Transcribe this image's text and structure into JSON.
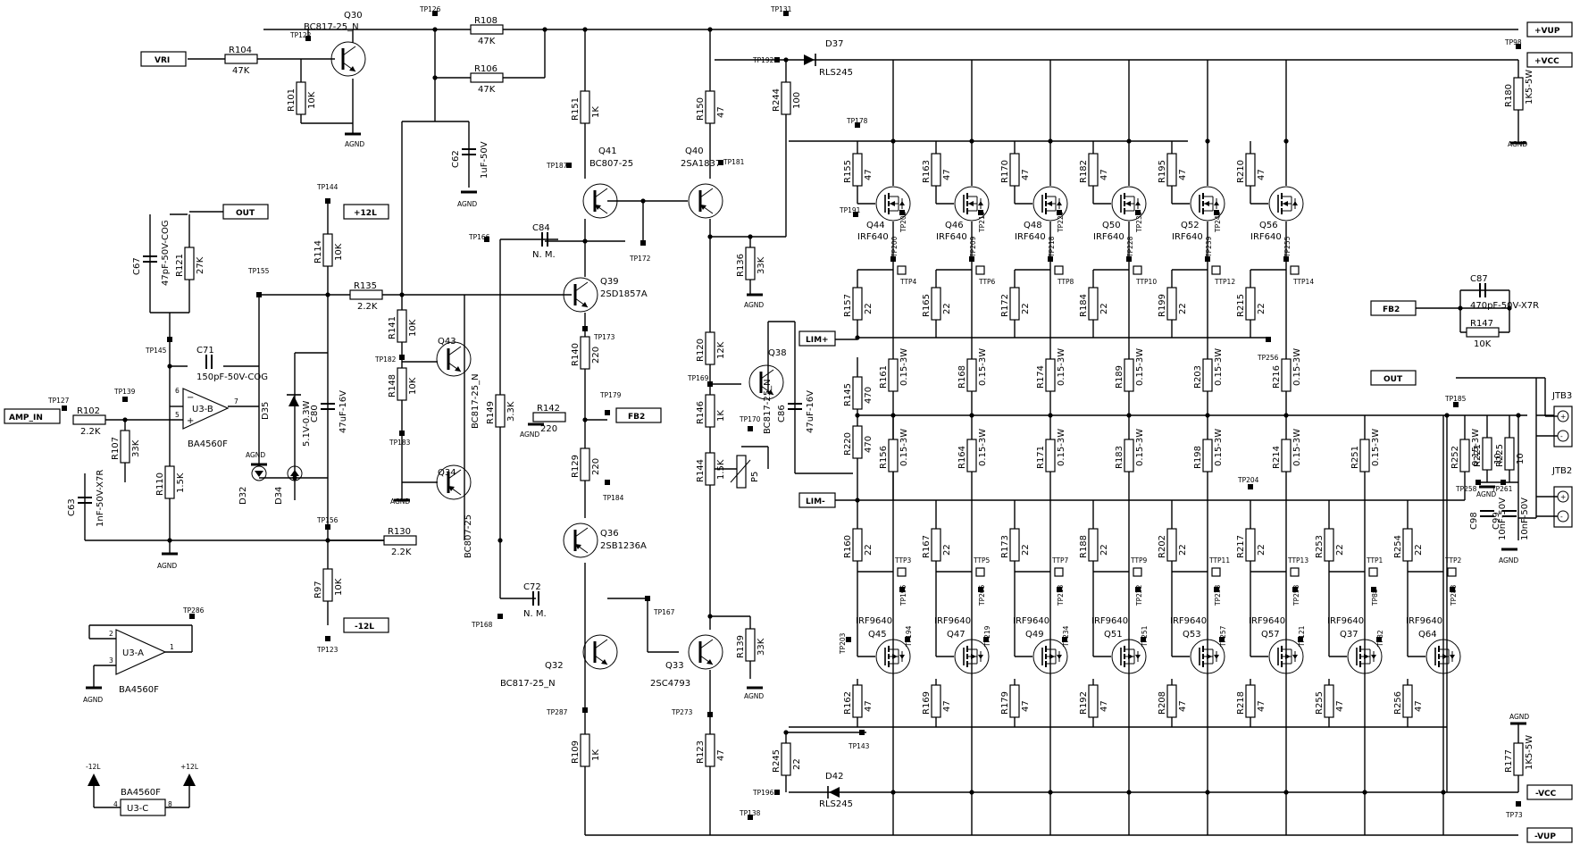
{
  "ports": {
    "vri": "VRI",
    "out_top": "OUT",
    "p12l": "+12L",
    "n12l": "-12L",
    "amp_in": "AMP_IN",
    "fb2_mid": "FB2",
    "lim_p": "LIM+",
    "lim_n": "LIM-",
    "vup_p": "+VUP",
    "vcc_p": "+VCC",
    "fb2_right": "FB2",
    "out_right": "OUT",
    "vcc_n": "-VCC",
    "vup_n": "-VUP"
  },
  "gnd": {
    "g1": "AGND",
    "g2": "AGND",
    "g3": "AGND",
    "g4": "AGND",
    "g5": "AGND",
    "g6": "AGND",
    "g7": "AGND",
    "g8": "AGND",
    "g9": "AGND",
    "g10": "AGND",
    "g11": "AGND",
    "g12": "AGND",
    "g13": "AGND"
  },
  "supply": {
    "n12l": "-12L",
    "p12l": "+12L"
  },
  "opamps": {
    "u3b": {
      "ref": "U3-B",
      "part": "BA4560F",
      "pin_p": "5",
      "pin_m": "6",
      "pin_o": "7"
    },
    "u3a": {
      "ref": "U3-A",
      "part": "BA4560F",
      "pin_p": "3",
      "pin_m": "2",
      "pin_o": "1"
    },
    "u3c": {
      "ref": "U3-C",
      "part": "BA4560F",
      "pin_l": "4",
      "pin_r": "8"
    }
  },
  "parts_h": [
    {
      "ref": "R104",
      "val": "47K"
    },
    {
      "ref": "R108",
      "val": "47K"
    },
    {
      "ref": "R106",
      "val": "47K"
    },
    {
      "ref": "R135",
      "val": "2.2K"
    },
    {
      "ref": "R102",
      "val": "2.2K"
    },
    {
      "ref": "R142",
      "val": "220"
    },
    {
      "ref": "R130",
      "val": "2.2K"
    },
    {
      "ref": "R147",
      "val": "10K"
    }
  ],
  "parts_v": [
    {
      "ref": "R101",
      "val": "10K"
    },
    {
      "ref": "R151",
      "val": "1K"
    },
    {
      "ref": "R150",
      "val": "47"
    },
    {
      "ref": "R244",
      "val": "100"
    },
    {
      "ref": "R180",
      "val": "1K5-5W"
    },
    {
      "ref": "R121",
      "val": "27K"
    },
    {
      "ref": "R114",
      "val": "10K"
    },
    {
      "ref": "R136",
      "val": "33K"
    },
    {
      "ref": "R141",
      "val": "10K"
    },
    {
      "ref": "R148",
      "val": "10K"
    },
    {
      "ref": "R140",
      "val": "220"
    },
    {
      "ref": "R120",
      "val": "12K"
    },
    {
      "ref": "R146",
      "val": "1K"
    },
    {
      "ref": "R144",
      "val": "1.5K"
    },
    {
      "ref": "R145",
      "val": "470"
    },
    {
      "ref": "R220",
      "val": "470"
    },
    {
      "ref": "R149",
      "val": "3.3K"
    },
    {
      "ref": "R129",
      "val": "220"
    },
    {
      "ref": "R107",
      "val": "33K"
    },
    {
      "ref": "R110",
      "val": "1.5K"
    },
    {
      "ref": "R97",
      "val": "10K"
    },
    {
      "ref": "R139",
      "val": "33K"
    },
    {
      "ref": "R109",
      "val": "1K"
    },
    {
      "ref": "R123",
      "val": "47"
    },
    {
      "ref": "R245",
      "val": "22"
    },
    {
      "ref": "R177",
      "val": "1K5-5W"
    },
    {
      "ref": "R252",
      "val": "0.15-3W"
    },
    {
      "ref": "R221",
      "val": "10"
    },
    {
      "ref": "R225",
      "val": "10"
    }
  ],
  "caps": [
    {
      "ref": "C62",
      "val": "1uF-50V"
    },
    {
      "ref": "C67",
      "val": "47pF-50V-COG"
    },
    {
      "ref": "C71",
      "val": "150pF-50V-COG"
    },
    {
      "ref": "C80",
      "val": "47uF-16V"
    },
    {
      "ref": "C84",
      "val": "N. M."
    },
    {
      "ref": "C72",
      "val": "N. M."
    },
    {
      "ref": "C63",
      "val": "1nF-50V-X7R"
    },
    {
      "ref": "C86",
      "val": "47uF-16V"
    },
    {
      "ref": "C87",
      "val": "470pF-50V-X7R"
    },
    {
      "ref": "C98",
      "val": "10nF-50V"
    },
    {
      "ref": "C99",
      "val": "10nF-50V"
    }
  ],
  "transistors": [
    {
      "ref": "Q30",
      "part": "BC817-25_N"
    },
    {
      "ref": "Q41",
      "part": "BC807-25"
    },
    {
      "ref": "Q40",
      "part": "2SA1837"
    },
    {
      "ref": "Q39",
      "part": "2SD1857A"
    },
    {
      "ref": "Q43",
      "part": "BC817-25_N"
    },
    {
      "ref": "Q34",
      "part": "BC807-25"
    },
    {
      "ref": "Q38",
      "part": "BC817-25_N"
    },
    {
      "ref": "Q36",
      "part": "2SB1236A"
    },
    {
      "ref": "Q32",
      "part": "BC817-25_N"
    },
    {
      "ref": "Q33",
      "part": "2SC4793"
    }
  ],
  "diodes": {
    "d37": {
      "ref": "D37",
      "part": "RLS245"
    },
    "d42": {
      "ref": "D42",
      "part": "RLS245"
    },
    "d35": {
      "ref": "D35",
      "part": "5.1V-0.3W"
    },
    "d32": "D32",
    "d34": "D34"
  },
  "pot": "P5",
  "connectors": {
    "jtb3": "JTB3",
    "jtb2": "JTB2",
    "plus": "+",
    "minus": "-"
  },
  "upper_fets": [
    {
      "q": "Q44",
      "part": "IRF640",
      "rg": "R155",
      "rgv": "47",
      "tpd": "TP202",
      "tpg": "TP200",
      "tp": "TTP4",
      "rgs": "R157",
      "rgsv": "22",
      "rs": "R161",
      "rsv": "0.15-3W",
      "rl": "R156",
      "rlv": "0.15-3W"
    },
    {
      "q": "Q46",
      "part": "IRF640",
      "rg": "R163",
      "rgv": "47",
      "tpd": "TP210",
      "tpg": "TP209",
      "tp": "TTP6",
      "rgs": "R165",
      "rgsv": "22",
      "rs": "R168",
      "rsv": "0.15-3W",
      "rl": "R164",
      "rlv": "0.15-3W"
    },
    {
      "q": "Q48",
      "part": "IRF640",
      "rg": "R170",
      "rgv": "47",
      "tpd": "TP220",
      "tpg": "TP218",
      "tp": "TTP8",
      "rgs": "R172",
      "rgsv": "22",
      "rs": "R174",
      "rsv": "0.15-3W",
      "rl": "R171",
      "rlv": "0.15-3W"
    },
    {
      "q": "Q50",
      "part": "IRF640",
      "rg": "R182",
      "rgv": "47",
      "tpd": "TP230",
      "tpg": "TP228",
      "tp": "TTP10",
      "rgs": "R184",
      "rgsv": "22",
      "rs": "R189",
      "rsv": "0.15-3W",
      "rl": "R183",
      "rlv": "0.15-3W"
    },
    {
      "q": "Q52",
      "part": "IRF640",
      "rg": "R195",
      "rgv": "47",
      "tpd": "TP248",
      "tpg": "TP239",
      "tp": "TTP12",
      "rgs": "R199",
      "rgsv": "22",
      "rs": "R203",
      "rsv": "0.15-3W",
      "rl": "R198",
      "rlv": "0.15-3W"
    },
    {
      "q": "Q56",
      "part": "IRF640",
      "rg": "R210",
      "rgv": "47",
      "tpd": "",
      "tpg": "TP255",
      "tp": "TTP14",
      "rgs": "R215",
      "rgsv": "22",
      "rs": "R216",
      "rsv": "0.15-3W",
      "rl": "R214",
      "rlv": "0.15-3W"
    }
  ],
  "lower_fets": [
    {
      "q": "Q45",
      "part": "IRF9640",
      "rgs": "R160",
      "rgsv": "22",
      "tp": "TTP3",
      "tps": "TP195",
      "tpx": "TP203",
      "tpd": "TP194",
      "rg": "R162",
      "rgv": "47"
    },
    {
      "q": "Q47",
      "part": "IRF9640",
      "rgs": "R167",
      "rgsv": "22",
      "tp": "TTP5",
      "tps": "TP205",
      "tpx": "",
      "tpd": "TP219",
      "rg": "R169",
      "rgv": "47"
    },
    {
      "q": "Q49",
      "part": "IRF9640",
      "rgs": "R173",
      "rgsv": "22",
      "tp": "TTP7",
      "tps": "TP213",
      "tpx": "",
      "tpd": "TP234",
      "rg": "R179",
      "rgv": "47"
    },
    {
      "q": "Q51",
      "part": "IRF9640",
      "rgs": "R188",
      "rgsv": "22",
      "tp": "TTP9",
      "tps": "TP222",
      "tpx": "",
      "tpd": "TP251",
      "rg": "R192",
      "rgv": "47"
    },
    {
      "q": "Q53",
      "part": "IRF9640",
      "rgs": "R202",
      "rgsv": "22",
      "tp": "TTP11",
      "tps": "TP233",
      "tpx": "",
      "tpd": "TP257",
      "rg": "R208",
      "rgv": "47"
    },
    {
      "q": "Q57",
      "part": "IRF9640",
      "rgs": "R217",
      "rgsv": "22",
      "tp": "TTP13",
      "tps": "TP253",
      "tpx": "",
      "tpd": "TP121",
      "rg": "R218",
      "rgv": "47"
    },
    {
      "q": "Q37",
      "part": "IRF9640",
      "rgs": "R253",
      "rgsv": "22",
      "tp": "TTP1",
      "tps": "TP88",
      "tpx": "",
      "tpd": "TP82",
      "rg": "R255",
      "rgv": "47"
    },
    {
      "q": "Q64",
      "part": "IRF9640",
      "rgs": "R254",
      "rgsv": "22",
      "tp": "TTP2",
      "tps": "TP283",
      "tpx": "",
      "tpd": "",
      "rg": "R256",
      "rgv": "47"
    }
  ],
  "lower_rs": [
    {
      "ref": "R251",
      "val": "0.15-3W"
    }
  ],
  "tps": {
    "tp122": "TP122",
    "tp126": "TP126",
    "tp131": "TP131",
    "tp98": "TP98",
    "tp192": "TP192",
    "tp178": "TP178",
    "tp191": "TP191",
    "tp187": "TP187",
    "tp181": "TP181",
    "tp144": "TP144",
    "tp166": "TP166",
    "tp172": "TP172",
    "tp155": "TP155",
    "tp145": "TP145",
    "tp173": "TP173",
    "tp182": "TP182",
    "tp183": "TP183",
    "tp179": "TP179",
    "tp169": "TP169",
    "tp170": "TP170",
    "tp127": "TP127",
    "tp139": "TP139",
    "tp184": "TP184",
    "tp156": "TP156",
    "tp168": "TP168",
    "tp167": "TP167",
    "tp123": "TP123",
    "tp286": "TP286",
    "tp287": "TP287",
    "tp273": "TP273",
    "tp143": "TP143",
    "tp196": "TP196",
    "tp138": "TP138",
    "tp73": "TP73",
    "tp185": "TP185",
    "tp204": "TP204",
    "tp256": "TP256",
    "tp258": "TP258",
    "tp261": "TP261"
  }
}
